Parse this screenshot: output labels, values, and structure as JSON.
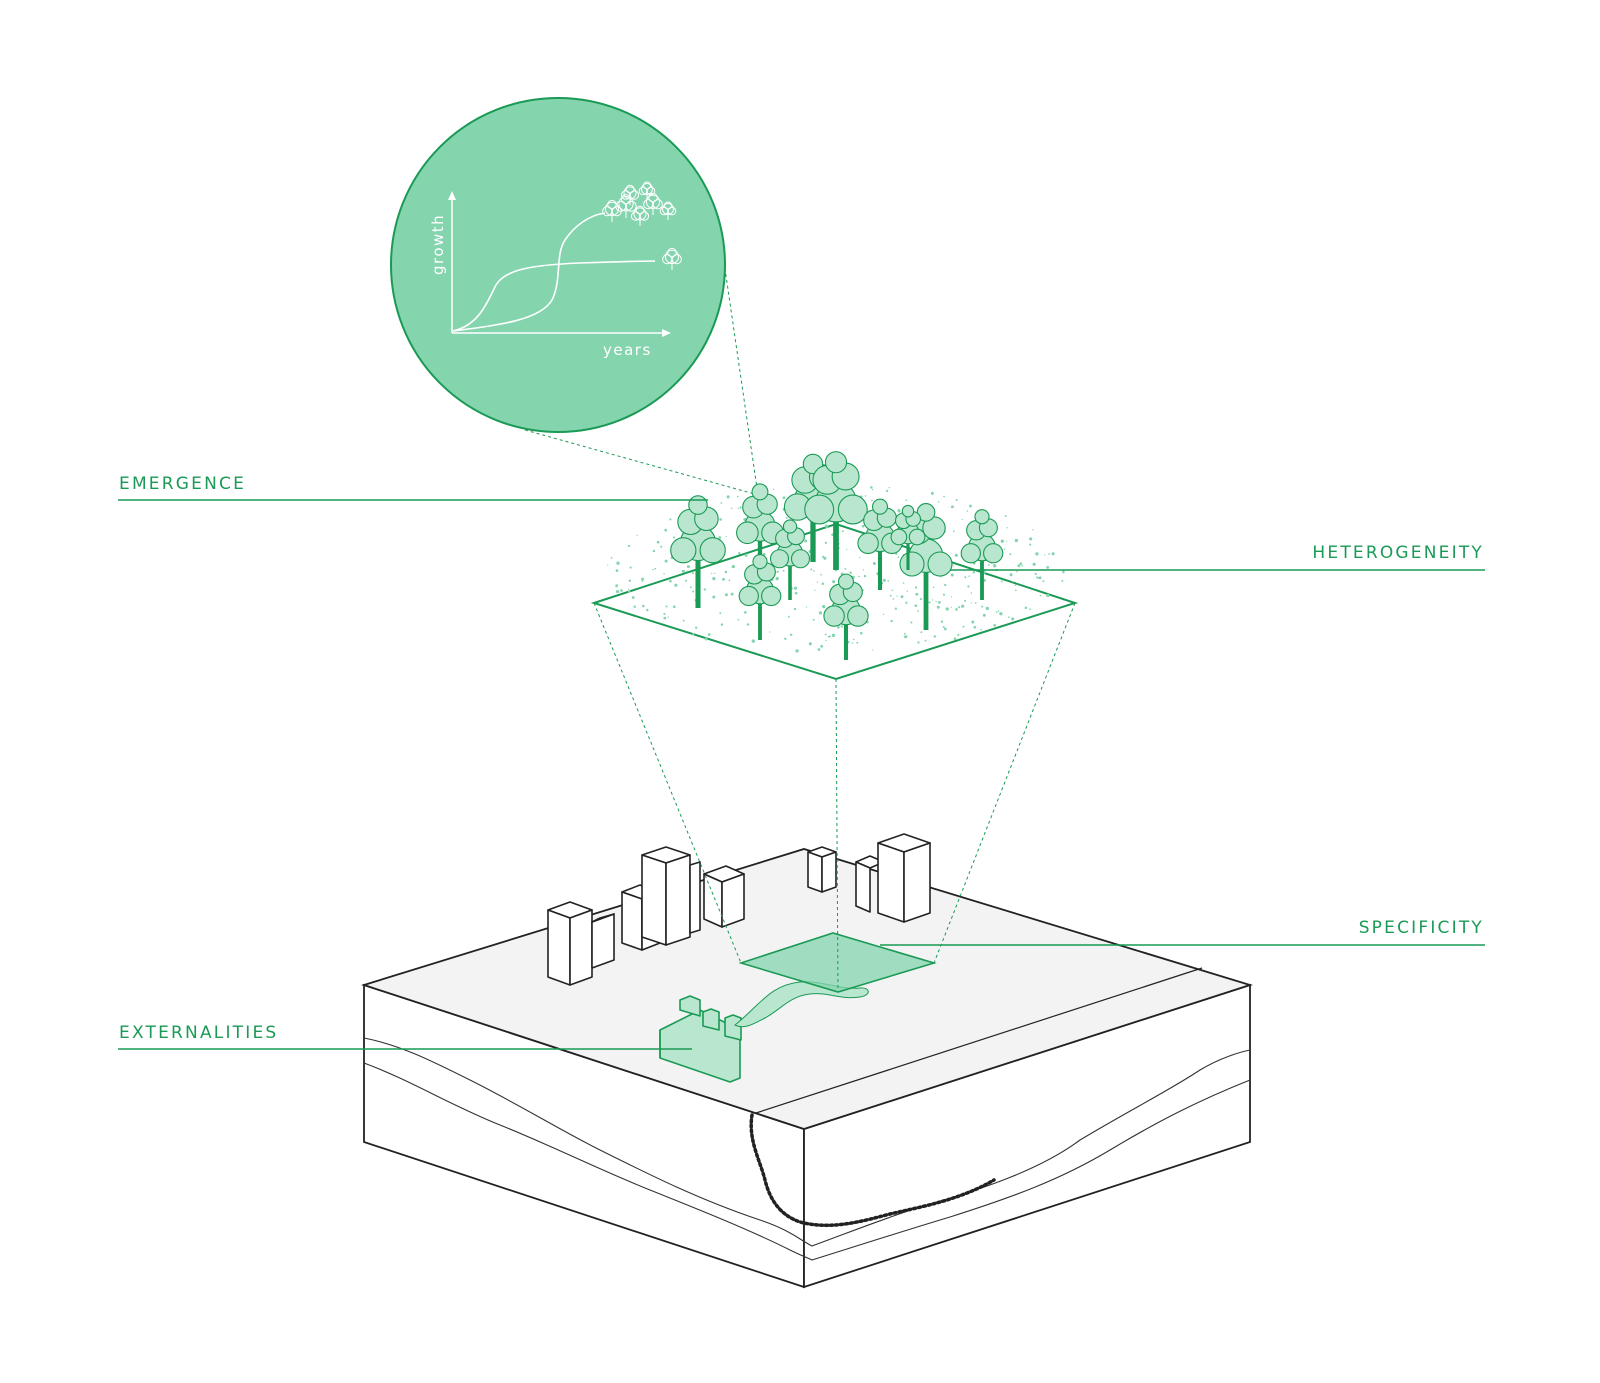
{
  "colors": {
    "accent": "#1a9a55",
    "accent_light": "#84d4ae",
    "fill_light": "#b9e6cf",
    "outline": "#222222",
    "ground": "#f3f3f3",
    "white": "#ffffff"
  },
  "labels": {
    "emergence": "EMERGENCE",
    "heterogeneity": "HETEROGENEITY",
    "specificity": "SPECIFICITY",
    "externalities": "EXTERNALITIES"
  },
  "inset_chart": {
    "y_axis_label": "growth",
    "x_axis_label": "years"
  }
}
